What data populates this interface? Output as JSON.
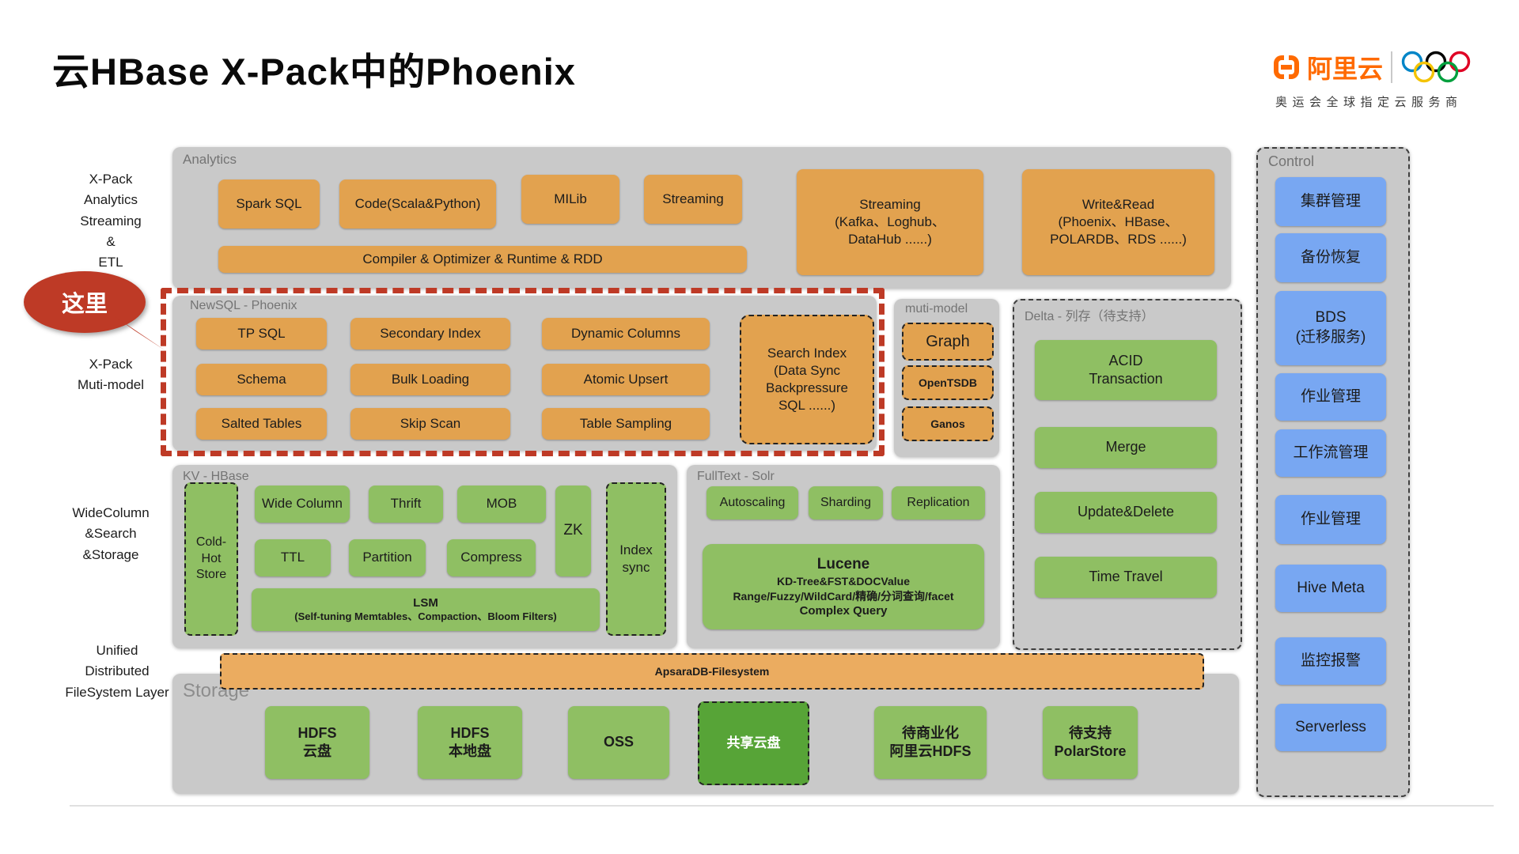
{
  "page": {
    "title": "云HBase X-Pack中的Phoenix"
  },
  "logo": {
    "brand": "阿里云",
    "tagline": "奥运会全球指定云服务商",
    "brand_color": "#FF6A00",
    "ring_colors": [
      "#0085C7",
      "#000000",
      "#DF0024",
      "#F4C300",
      "#009F3D"
    ]
  },
  "colors": {
    "orange": "#E2A24F",
    "green": "#8FBF63",
    "green_dark": "#57A437",
    "blue": "#78A7F2",
    "panel_gray": "#C9C9C9",
    "callout_red": "#BE3A26"
  },
  "side_labels": {
    "analytics": "X-Pack\nAnalytics\nStreaming\n&\nETL",
    "here_callout": "这里",
    "muti_model": "X-Pack\nMuti-model",
    "wide_column": "WideColumn\n&Search\n&Storage",
    "filesystem": "Unified\nDistributed\nFileSystem Layer"
  },
  "analytics": {
    "label": "Analytics",
    "boxes": [
      "Spark SQL",
      "Code(Scala&Python)",
      "MILib",
      "Streaming"
    ],
    "compiler_bar": "Compiler  & Optimizer & Runtime & RDD",
    "streaming_box": "Streaming\n(Kafka、Loghub、\nDataHub ......)",
    "write_read_box": "Write&Read\n(Phoenix、HBase、\nPOLARDB、RDS ......)"
  },
  "newsql": {
    "label": "NewSQL - Phoenix",
    "cells": [
      "TP SQL",
      "Secondary Index",
      "Dynamic Columns",
      "Schema",
      "Bulk Loading",
      "Atomic Upsert",
      "Salted Tables",
      "Skip Scan",
      "Table Sampling"
    ],
    "search_index": "Search Index\n(Data Sync\nBackpressure\nSQL ......)"
  },
  "muti_model": {
    "label": "muti-model",
    "items": [
      "Graph",
      "OpenTSDB",
      "Ganos"
    ]
  },
  "delta": {
    "label": "Delta - 列存（待支持）",
    "items": [
      "ACID\nTransaction",
      "Merge",
      "Update&Delete",
      "Time Travel"
    ]
  },
  "control": {
    "label": "Control",
    "items": [
      "集群管理",
      "备份恢复",
      "BDS\n(迁移服务)",
      "作业管理",
      "工作流管理",
      "作业管理",
      "Hive Meta",
      "监控报警",
      "Serverless"
    ]
  },
  "kv_hbase": {
    "label": "KV - HBase",
    "cold_hot": "Cold-\nHot\nStore",
    "row1": [
      "Wide Column",
      "Thrift",
      "MOB"
    ],
    "row2": [
      "TTL",
      "Partition",
      "Compress"
    ],
    "zk": "ZK",
    "index_sync": "Index\nsync",
    "lsm_title": "LSM",
    "lsm_sub": "(Self-tuning Memtables、Compaction、Bloom Filters)"
  },
  "fulltext": {
    "label": "FullText - Solr",
    "row": [
      "Autoscaling",
      "Sharding",
      "Replication"
    ],
    "lucene_title": "Lucene",
    "lucene_line1": "KD-Tree&FST&DOCValue",
    "lucene_line2": "Range/Fuzzy/WildCard/精确/分词查询/facet",
    "lucene_line3": "Complex Query"
  },
  "apsara_bar": "ApsaraDB-Filesystem",
  "storage": {
    "label": "Storage",
    "items": [
      "HDFS\n云盘",
      "HDFS\n本地盘",
      "OSS",
      "共享云盘",
      "待商业化\n阿里云HDFS",
      "待支持\nPolarStore"
    ]
  }
}
